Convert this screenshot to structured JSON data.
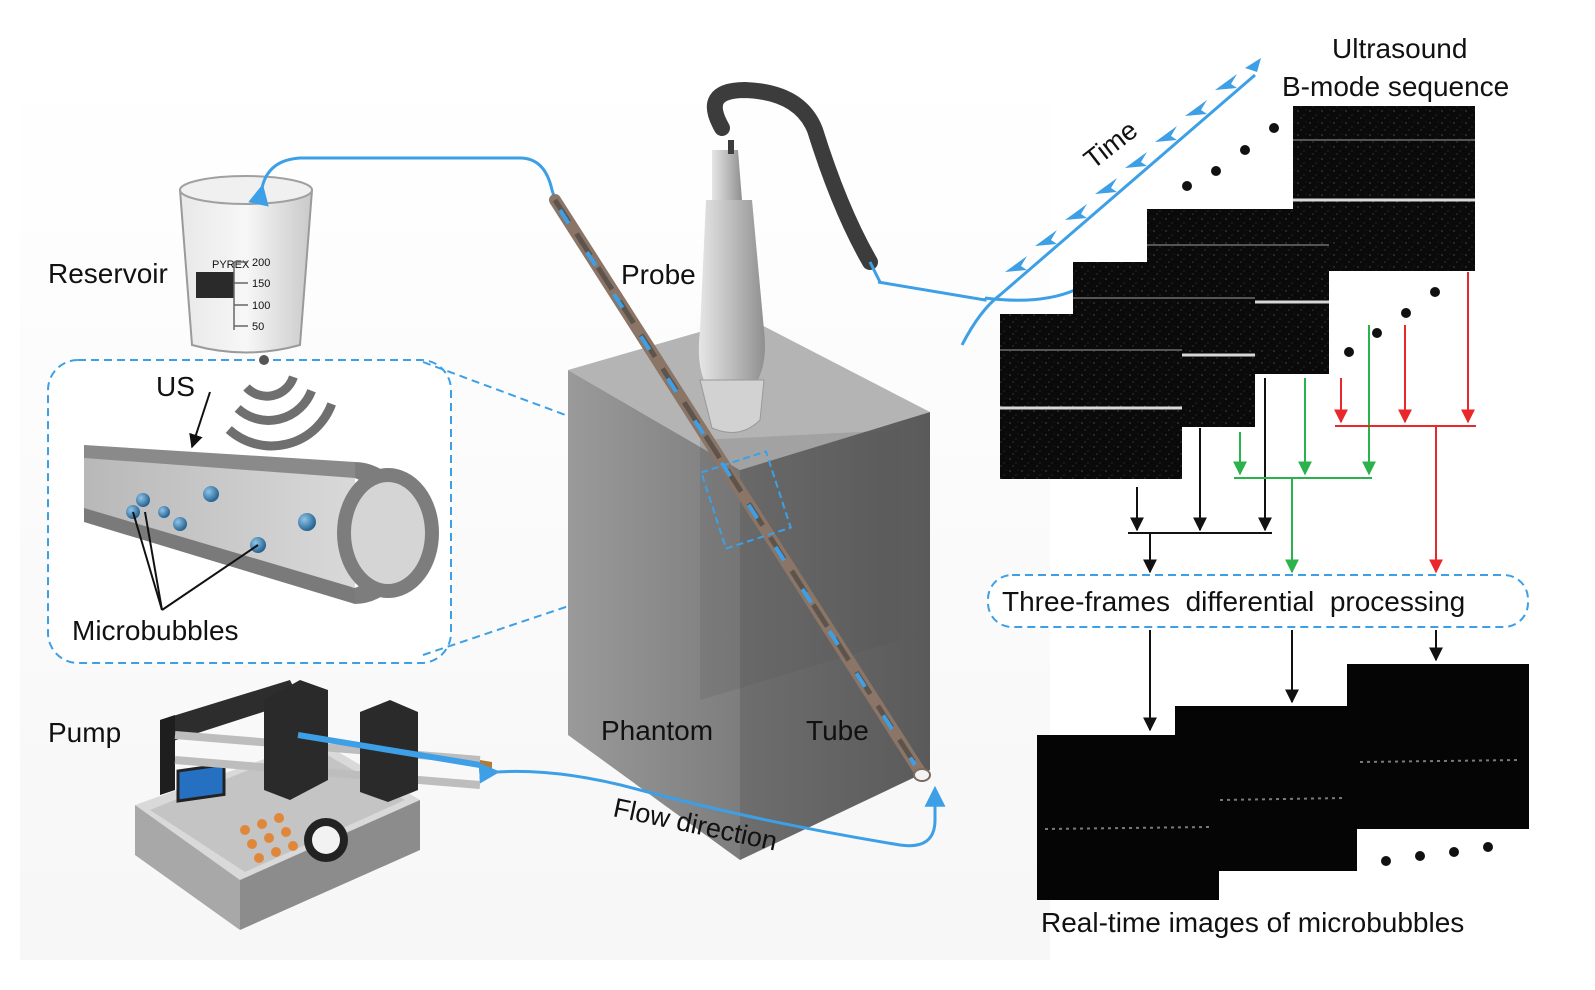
{
  "labels": {
    "reservoir": "Reservoir",
    "probe": "Probe",
    "us": "US",
    "microbubbles": "Microbubbles",
    "pump": "Pump",
    "phantom": "Phantom",
    "tube": "Tube",
    "flow_direction": "Flow direction",
    "time": "Time",
    "ultrasound_line1": "Ultrasound",
    "ultrasound_line2": "B-mode sequence",
    "processing": "Three-frames  differential  processing",
    "realtime": "Real-time images of microbubbles"
  },
  "beaker_marks": [
    "200",
    "150",
    "100",
    "50"
  ],
  "beaker_brand": "PYREX",
  "colors": {
    "flow_blue": "#3da0e6",
    "group_black": "#111111",
    "group_green": "#2bb24c",
    "group_red": "#e8282a",
    "dashed_outline": "#3da0e6"
  }
}
